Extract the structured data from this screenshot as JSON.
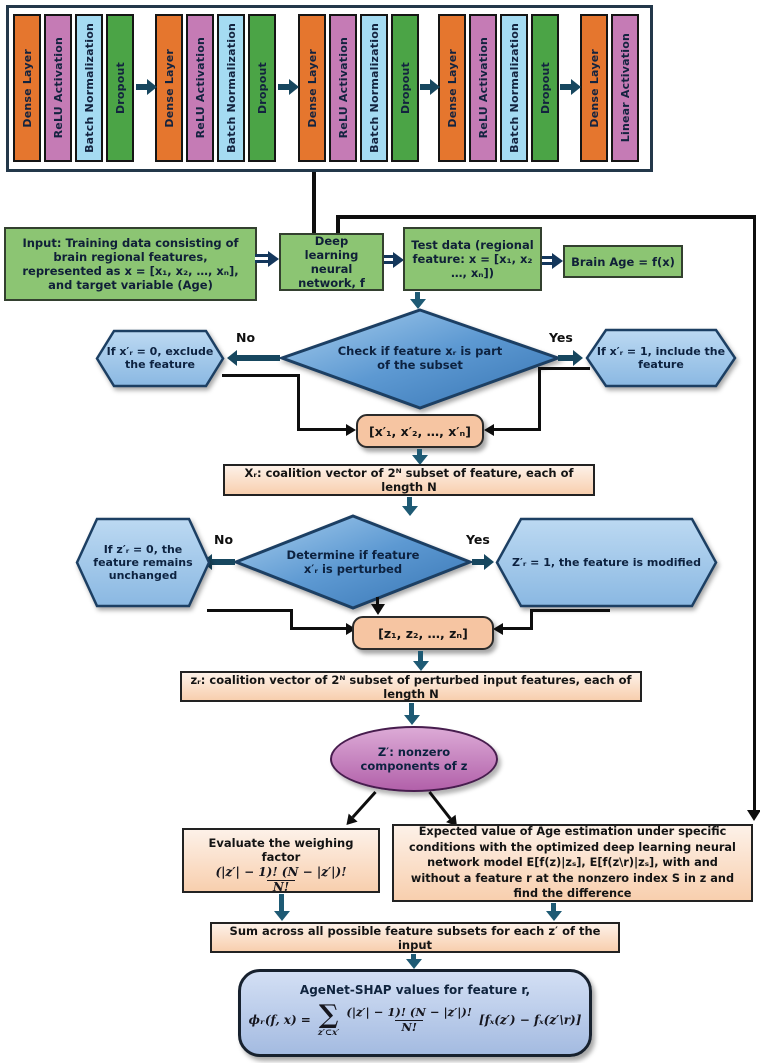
{
  "colors": {
    "layer_orange": "#E5762E",
    "layer_pink": "#C57BB5",
    "layer_blue": "#A5DBF2",
    "layer_green": "#4BA446",
    "flow_green": "#8CC573",
    "diamond_blue": "#3b7fc0",
    "hexagon_blue": "#9cc4e8",
    "peach": "#f6c5a2",
    "purple": "#b261aa",
    "final_blue": "#b4c8ea",
    "arrow_teal": "#1e5a74"
  },
  "nn": {
    "groups": [
      {
        "layers": [
          "Dense Layer",
          "ReLU Activation",
          "Batch Normalization",
          "Dropout"
        ]
      },
      {
        "layers": [
          "Dense Layer",
          "ReLU Activation",
          "Batch Normalization",
          "Dropout"
        ]
      },
      {
        "layers": [
          "Dense Layer",
          "ReLU Activation",
          "Batch Normalization",
          "Dropout"
        ]
      },
      {
        "layers": [
          "Dense Layer",
          "ReLU Activation",
          "Batch Normalization",
          "Dropout"
        ]
      },
      {
        "layers": [
          "Dense Layer",
          "Linear Activation"
        ]
      }
    ]
  },
  "flow": {
    "input_box": "Input: Training data consisting of brain regional features, represented as x = [x₁, x₂, …, xₙ], and target variable (Age)",
    "deep_box": "Deep learning neural network, f",
    "test_box": "Test data (regional feature: x = [x₁, x₂ …, xₙ])",
    "brain_box": "Brain Age = f(x)",
    "decision1": {
      "question": "Check if feature xᵣ is part of the subset",
      "no_label": "No",
      "yes_label": "Yes",
      "no_hex": "If x′ᵣ = 0, exclude the feature",
      "yes_hex": "If x′ᵣ = 1, include the feature"
    },
    "x_vector_box": "[x′₁, x′₂, …, x′ₙ]",
    "coalition_box1": "Xᵣ: coalition vector of 2ᴺ subset of feature, each of length N",
    "decision2": {
      "question": "Determine if feature x′ᵣ is perturbed",
      "no_label": "No",
      "yes_label": "Yes",
      "no_hex": "If z′ᵣ = 0, the feature remains unchanged",
      "yes_hex": "Z′ᵣ = 1, the feature is modified"
    },
    "z_vector_box": "[z₁, z₂, …, zₙ]",
    "coalition_box2": "zᵣ: coalition vector of 2ᴺ subset of perturbed input features, each of length N",
    "ellipse": "Z′: nonzero components of z",
    "eval_box": {
      "title": "Evaluate the weighing factor",
      "frac_num": "(|z′| − 1)! (N − |z′|)!",
      "frac_den": "N!"
    },
    "expected_box": "Expected value of Age estimation under specific conditions with the optimized deep learning neural network model E[f(z)|zₛ], E[f(z\\r)|zₛ], with and without a feature r at the nonzero index S in z and find the difference",
    "sum_box": "Sum across all possible feature subsets for each z′ of the input",
    "final_box": {
      "title": "AgeNet-SHAP values for feature r,",
      "lhs": "ϕᵣ(f, x) =",
      "sigma": "∑",
      "sigma_sub": "z′⊂x′",
      "frac_num": "(|z′| − 1)! (N − |z′|)!",
      "frac_den": "N!",
      "rhs": "[fₓ(z′) − fₓ(z′\\r)]"
    }
  }
}
